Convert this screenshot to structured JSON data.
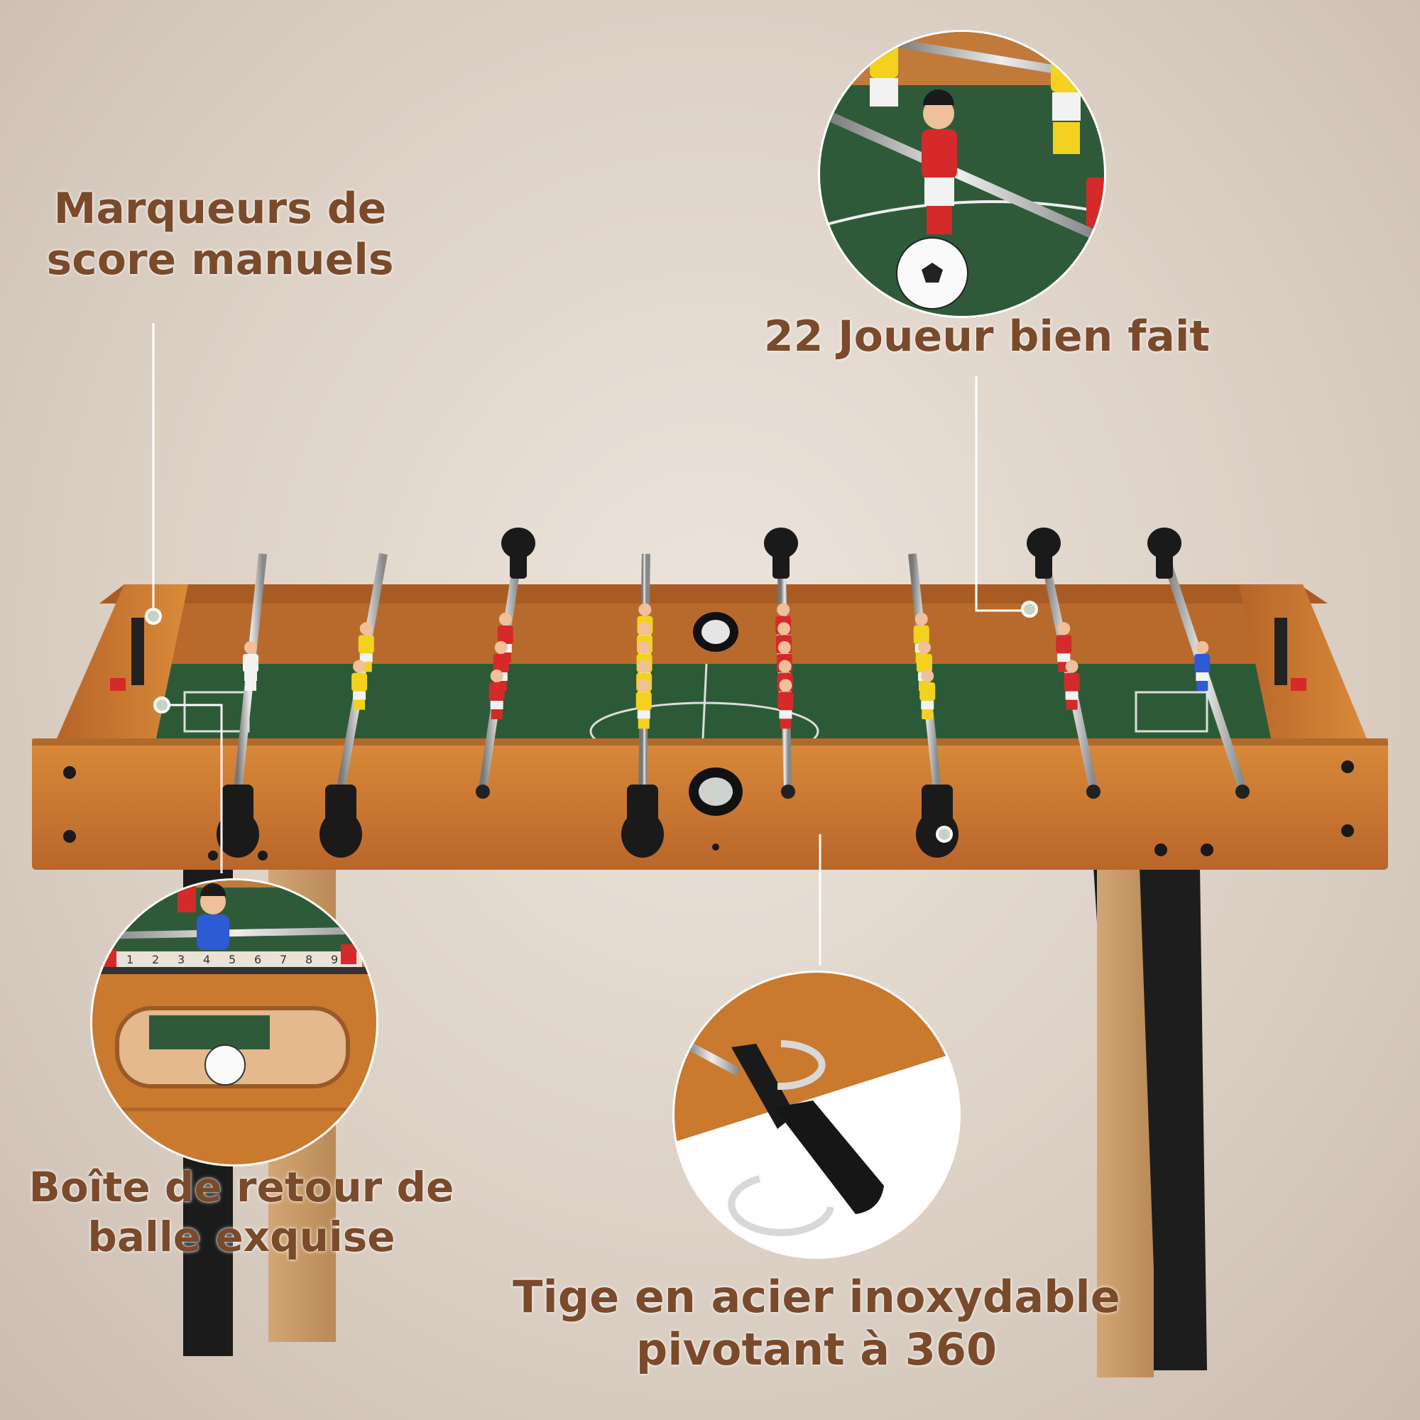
{
  "callouts": {
    "score_markers": {
      "line1": "Marqueurs de",
      "line2": "score manuels"
    },
    "players": {
      "line1": "22 Joueur bien fait"
    },
    "ball_return": {
      "line1": "Boîte de retour de",
      "line2": "balle exquise"
    },
    "steel_rod": {
      "line1": "Tige en acier inoxydable",
      "line2": "pivotant à 360"
    }
  },
  "scoreboard_digits": [
    "1",
    "2",
    "3",
    "4",
    "5",
    "6",
    "7",
    "8",
    "9"
  ],
  "colors": {
    "label_text": "#7a4a2b",
    "wood": "#c9772b",
    "field": "#2d5a36",
    "team_red": "#d42a2a",
    "team_yellow": "#f3d21f",
    "team_blue": "#2d5bd6",
    "team_white": "#f2f2f2",
    "handle": "#1a1a1a"
  },
  "icons": {
    "rotation": "rotate-arrows-icon",
    "callout_dot": "callout-dot-icon"
  }
}
